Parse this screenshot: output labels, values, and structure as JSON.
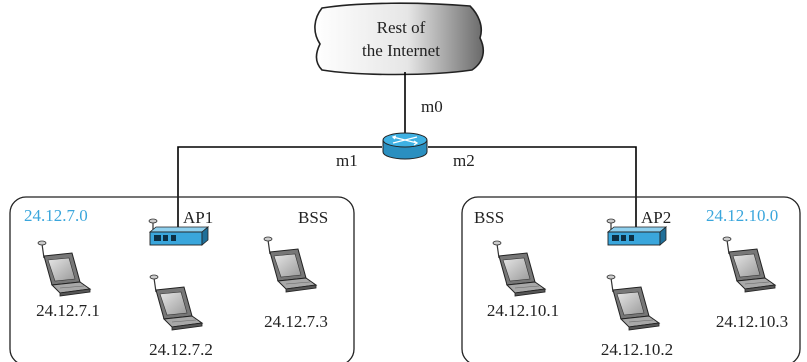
{
  "cloud": {
    "line1": "Rest of",
    "line2": "the Internet"
  },
  "router": {
    "port_up": "m0",
    "port_left": "m1",
    "port_right": "m2"
  },
  "left_bss": {
    "network": "24.12.7.0",
    "bss_label": "BSS",
    "ap_label": "AP1",
    "hosts": [
      "24.12.7.1",
      "24.12.7.2",
      "24.12.7.3"
    ]
  },
  "right_bss": {
    "network": "24.12.10.0",
    "bss_label": "BSS",
    "ap_label": "AP2",
    "hosts": [
      "24.12.10.1",
      "24.12.10.2",
      "24.12.10.3"
    ]
  },
  "colors": {
    "network_label": "#3aa6dc",
    "router": "#3fb1e3",
    "ap": "#3aa6dc"
  }
}
